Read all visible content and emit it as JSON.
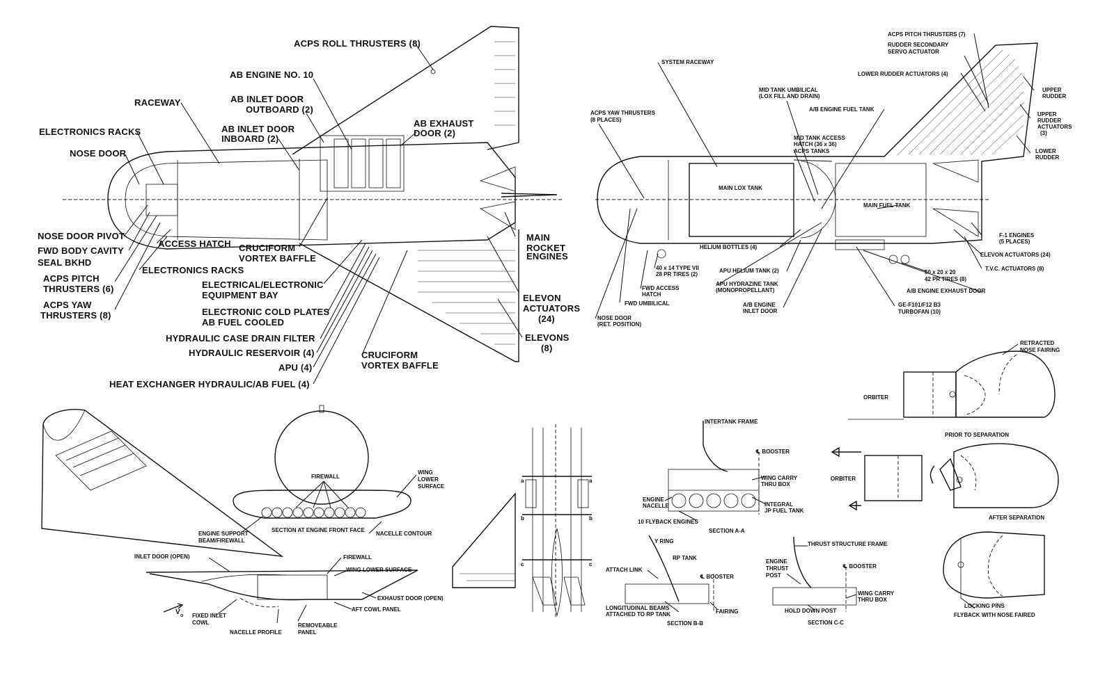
{
  "main_view_labels": [
    "ACPS ROLL THRUSTERS (8)",
    "AB ENGINE NO. 10",
    "RACEWAY",
    "AB INLET DOOR",
    "OUTBOARD (2)",
    "AB EXHAUST",
    "DOOR (2)",
    "ELECTRONICS RACKS",
    "AB INLET DOOR",
    "INBOARD (2)",
    "NOSE DOOR",
    "NOSE DOOR PIVOT",
    "FWD BODY CAVITY",
    "SEAL BKHD",
    "ACCESS HATCH",
    "CRUCIFORM",
    "VORTEX BAFFLE",
    "ELECTRONICS RACKS",
    "ACPS PITCH",
    "THRUSTERS (6)",
    "ACPS YAW",
    "THRUSTERS (8)",
    "ELECTRICAL/ELECTRONIC",
    "EQUIPMENT BAY",
    "ELECTRONIC COLD PLATES",
    "AB FUEL COOLED",
    "HYDRAULIC CASE DRAIN FILTER",
    "HYDRAULIC RESERVOIR (4)",
    "APU (4)",
    "HEAT EXCHANGER HYDRAULIC/AB FUEL (4)",
    "CRUCIFORM",
    "VORTEX BAFFLE",
    "MAIN",
    "ROCKET",
    "ENGINES",
    "ELEVON",
    "ACTUATORS",
    "(24)",
    "ELEVONS",
    "(8)"
  ],
  "side_view_labels": [
    "ACPS PITCH THRUSTERS (7)",
    "RUDDER SECONDARY",
    "SERVO ACTUATOR",
    "LOWER RUDDER ACTUATORS (4)",
    "UPPER",
    "RUDDER",
    "UPPER",
    "RUDDER",
    "ACTUATORS",
    "(3)",
    "LOWER",
    "RUDDER",
    "SYSTEM RACEWAY",
    "MID TANK UMBILICAL",
    "(LOX FILL AND DRAIN)",
    "A/B ENGINE FUEL TANK",
    "ACPS YAW THRUSTERS",
    "(8 PLACES)",
    "MID TANK ACCESS",
    "HATCH (36 x 36)",
    "ACPS TANKS",
    "MAIN LOX TANK",
    "MAIN FUEL TANK",
    "HELIUM BOTTLES (4)",
    "F-1 ENGINES",
    "(5 PLACES)",
    "ELEVON ACTUATORS (24)",
    "T.V.C. ACTUATORS (8)",
    "40 x 14 TYPE VII",
    "28 PR TIRES (2)",
    "APU HELIUM TANK (2)",
    "50 x 20 x 20",
    "42 PR TIRES (8)",
    "FWD ACCESS",
    "HATCH",
    "APU HYDRAZINE TANK",
    "(MONOPROPELLANT)",
    "A/B ENGINE EXHAUST DOOR",
    "FWD UMBILICAL",
    "A/B ENGINE",
    "INLET DOOR",
    "GE-F101/F12 B3",
    "TURBOFAN (10)",
    "NOSE DOOR",
    "(RET. POSITION)"
  ],
  "nacelle_labels": [
    "FIREWALL",
    "WING",
    "LOWER",
    "SURFACE",
    "ENGINE SUPPORT",
    "BEAM/FIREWALL",
    "SECTION AT ENGINE FRONT FACE",
    "NACELLE CONTOUR",
    "INLET DOOR (OPEN)",
    "FIREWALL",
    "WING LOWER SURFACE",
    "EXHAUST DOOR (OPEN)",
    "AFT COWL PANEL",
    "FIXED INLET",
    "COWL",
    "NACELLE PROFILE",
    "REMOVEABLE",
    "PANEL",
    "V",
    "o"
  ],
  "aft_detail_labels": [
    "a",
    "a",
    "b",
    "b",
    "c",
    "c"
  ],
  "section_labels": [
    "INTERTANK FRAME",
    "℄ BOOSTER",
    "WING CARRY",
    "THRU BOX",
    "ENGINE",
    "NACELLE",
    "INTEGRAL",
    "JP FUEL TANK",
    "10 FLYBACK ENGINES",
    "SECTION A-A",
    "Y RING",
    "RP TANK",
    "ATTACH LINK",
    "℄ BOOSTER",
    "LONGITUDINAL BEAMS",
    "ATTACHED TO RP TANK",
    "FAIRING",
    "SECTION B-B",
    "THRUST STRUCTURE FRAME",
    "ENGINE",
    "THRUST",
    "POST",
    "℄ BOOSTER",
    "WING CARRY",
    "THRU BOX",
    "HOLD DOWN POST",
    "SECTION C-C"
  ],
  "fairing_labels": [
    "RETRACTED",
    "NOSE FAIRING",
    "ORBITER",
    "PRIOR TO SEPARATION",
    "ORBITER",
    "AFTER SEPARATION",
    "LOCKING PINS",
    "FLYBACK WITH NOSE FAIRED"
  ]
}
